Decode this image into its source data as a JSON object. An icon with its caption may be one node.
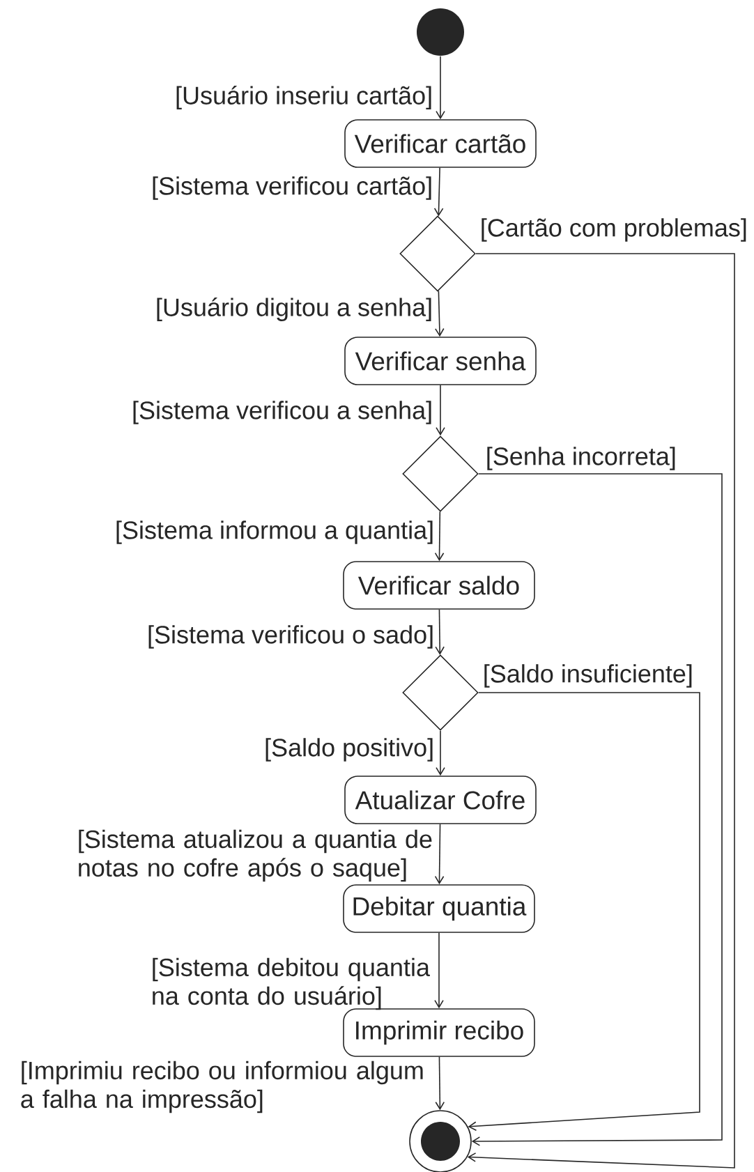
{
  "diagram": {
    "nodes": [
      {
        "text": [],
        "shape": "circle"
      },
      {
        "text": [
          "Verificar cartão"
        ]
      },
      {
        "text": [],
        "shape": "diamond"
      },
      {
        "text": [
          "Verificar senha"
        ]
      },
      {
        "text": [],
        "shape": "diamond"
      },
      {
        "text": [
          "Verificar saldo"
        ]
      },
      {
        "text": [],
        "shape": "diamond"
      },
      {
        "text": [
          "Atualizar Cofre"
        ]
      },
      {
        "text": [
          "Debitar quantia"
        ]
      },
      {
        "text": [
          "Imprimir recibo"
        ]
      },
      {
        "text": [],
        "shape": "circle"
      }
    ],
    "edges": [
      {
        "from": 0,
        "to": 1,
        "arrow": "to",
        "label": "[Usuário inseriu cartão]"
      },
      {
        "from": 1,
        "to": 2,
        "arrow": "to",
        "label": "[Sistema verificou cartão]"
      },
      {
        "from": 2,
        "to": 10,
        "arrow": "to",
        "label": "[Cartão com problemas]"
      },
      {
        "from": 2,
        "to": 3,
        "arrow": "to",
        "label": "[Usuário digitou a senha]"
      },
      {
        "from": 3,
        "to": 4,
        "arrow": "to",
        "label": "[Sistema verificou a senha]"
      },
      {
        "from": 4,
        "to": 10,
        "arrow": "to",
        "label": "[Senha incorreta]"
      },
      {
        "from": 4,
        "to": 5,
        "arrow": "to",
        "label": "[Sistema informou a quantia]"
      },
      {
        "from": 5,
        "to": 6,
        "arrow": "to",
        "label": "[Sistema verificou o sado]"
      },
      {
        "from": 6,
        "to": 10,
        "arrow": "to",
        "label": "[Saldo insuficiente]"
      },
      {
        "from": 6,
        "to": 7,
        "arrow": "to",
        "label": "[Saldo positivo]"
      },
      {
        "from": 7,
        "to": 8,
        "arrow": "to",
        "label": "[Sistema atualizou a quantia de notas no cofre após o saque]"
      },
      {
        "from": 8,
        "to": 9,
        "arrow": "to",
        "label": "[Sistema debitou quantia na conta do usuário]"
      },
      {
        "from": 9,
        "to": 10,
        "arrow": "to",
        "label": "[Imprimiu recibo ou informiou algum a falha na impressão]"
      }
    ]
  }
}
